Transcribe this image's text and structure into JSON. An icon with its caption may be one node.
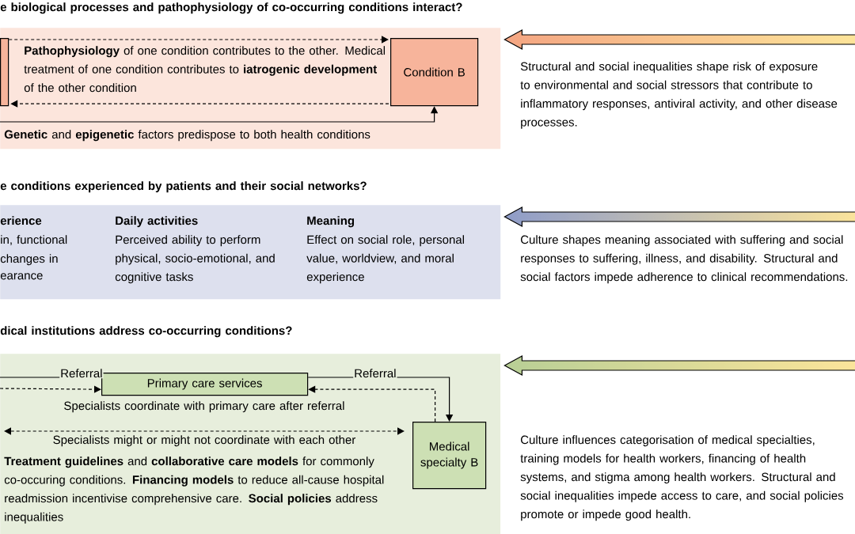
{
  "diagram": {
    "nodes": [
      {
        "text": [],
        "shape": "box"
      },
      {
        "text": [],
        "shape": "box",
        "in": 0
      },
      {
        "text": [
          "Condition B"
        ],
        "in": 0
      },
      {
        "text": [],
        "shape": "box"
      },
      {
        "text": [],
        "shape": "box"
      },
      {
        "text": [
          "Primary care services"
        ],
        "in": 4
      },
      {
        "text": [
          "Medical specialty B"
        ],
        "in": 4
      },
      {
        "text": [
          "**Genetic** and **epigenetic** factors predispose to both health conditions"
        ],
        "in": 0
      }
    ],
    "edges": [
      {
        "from": 1,
        "to": 2,
        "arrow": "to",
        "style": "dashed"
      },
      {
        "from": 2,
        "to": 1,
        "arrow": "to",
        "style": "dashed"
      },
      {
        "from": 7,
        "to": 2,
        "arrow": "to"
      },
      {
        "from": null,
        "to": 5,
        "arrow": "to",
        "style": "dashed"
      },
      {
        "from": 6,
        "to": 5,
        "arrow": "to",
        "style": "dashed"
      },
      {
        "from": 5,
        "to": 6,
        "arrow": "to",
        "label": "Referral"
      },
      {
        "from": 5,
        "to": null,
        "arrow": "none",
        "label": "Referral"
      },
      {
        "from": null,
        "to": 6,
        "arrow": "both",
        "style": "dashed"
      },
      {
        "from": null,
        "to": 0,
        "arrow": "to"
      },
      {
        "from": null,
        "to": 3,
        "arrow": "to"
      },
      {
        "from": null,
        "to": 4,
        "arrow": "to"
      }
    ],
    "labels": [
      "e biological processes and pathophysiology of co-occurring conditions interact?",
      "**Pathophysiology** of one condition contributes to the other. Medical treatment of one condition contributes to **iatrogenic development** of the other condition",
      "Structural and social inequalities shape risk of exposure to environmental and social stressors that contribute to inflammatory responses, antiviral activity, and other disease processes.",
      "e conditions experienced by patients and their social networks?",
      "erience",
      "in, functional",
      "changes in",
      "earance",
      "Daily activities",
      "Perceived ability to perform physical, socio-emotional, and cognitive tasks",
      "Meaning",
      "Effect on social role, personal value, worldview, and moral experience",
      "Culture shapes meaning associated with suffering and social responses to suffering, illness, and disability. Structural and social factors impede adherence to clinical recommendations.",
      "dical institutions address co-occurring conditions?",
      "Specialists coordinate with primary care after referral",
      "Specialists might or might not coordinate with each other",
      "**Treatment guidelines** and **collaborative care models** for commonly co-occuring conditions. **Financing models** to reduce all-cause hospital readmission incentivise comprehensive care. **Social policies** address inequalities",
      "Culture influences categorisation of medical specialties, training models for health workers, financing of health systems, and stigma among health workers. Structural and social inequalities impede access to care, and social policies promote or impede good health."
    ]
  }
}
